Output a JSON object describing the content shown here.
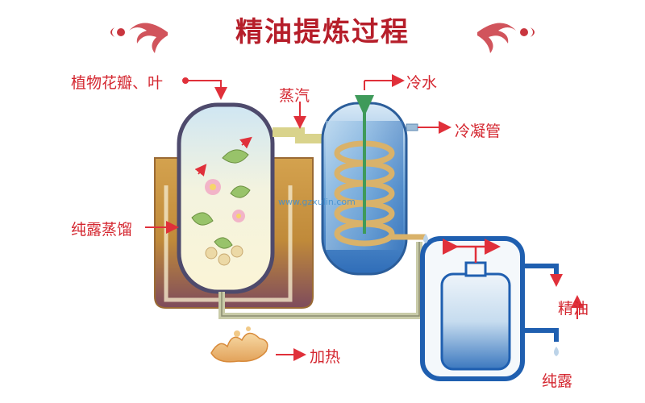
{
  "title": "精油提炼过程",
  "labels": {
    "plants": "植物花瓣、叶",
    "steam": "蒸汽",
    "cold_water": "冷水",
    "condenser": "冷凝管",
    "distill": "纯露蒸馏",
    "heat": "加热",
    "essential_oil": "精油",
    "hydrosol": "纯露"
  },
  "watermark": "www.gzxulin.com",
  "colors": {
    "title": "#b61e2a",
    "label": "#d4262f",
    "arrow": "#e0303a",
    "ornament": "#c9363f",
    "pot": "#c99038",
    "pot_bottom": "#7a3f55",
    "steam_pipe": "#d9d38c",
    "coil": "#d9b26a",
    "water": "#3f7fc4",
    "flask": "#1f5fb0"
  },
  "icons": [
    "ornament-left",
    "ornament-right",
    "leaf-icon",
    "flower-icon",
    "seed-icon",
    "flame-icon",
    "water-drop-icon",
    "funnel-icon"
  ]
}
